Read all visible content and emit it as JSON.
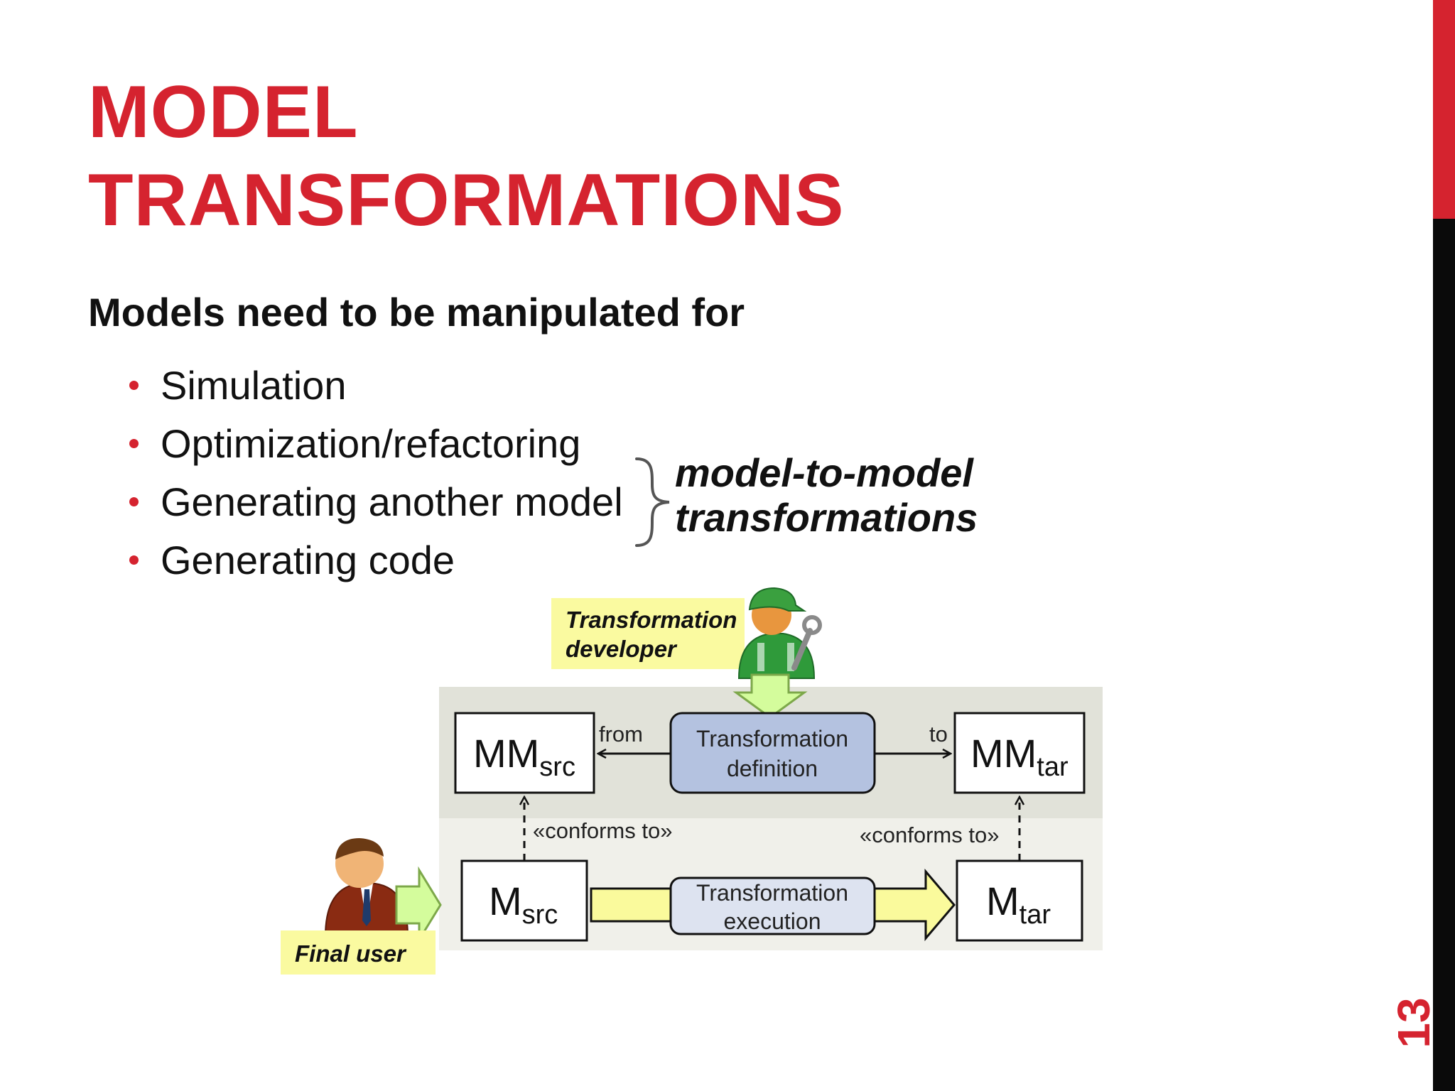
{
  "slide": {
    "title_line1": "MODEL",
    "title_line2": "TRANSFORMATIONS",
    "subheading": "Models need to be manipulated for",
    "bullets": [
      {
        "label": "Simulation"
      },
      {
        "label": "Optimization/refactoring"
      },
      {
        "label": "Generating another model"
      },
      {
        "label": "Generating code"
      }
    ],
    "brace_note_line1": "model-to-model",
    "brace_note_line2": "transformations",
    "page_number": "13",
    "colors": {
      "accent": "#d5232f",
      "sidebar_dark": "#0a0a0a"
    }
  },
  "diagram": {
    "developer_label_line1": "Transformation",
    "developer_label_line2": "developer",
    "final_user_label": "Final user",
    "mm_src_main": "MM",
    "mm_src_sub": "src",
    "mm_tar_main": "MM",
    "mm_tar_sub": "tar",
    "m_src_main": "M",
    "m_src_sub": "src",
    "m_tar_main": "M",
    "m_tar_sub": "tar",
    "def_line1": "Transformation",
    "def_line2": "definition",
    "exec_line1": "Transformation",
    "exec_line2": "execution",
    "from_label": "from",
    "to_label": "to",
    "conforms_left": "«conforms to»",
    "conforms_right": "«conforms to»",
    "colors": {
      "meta_band": "#e1e2d9",
      "model_band": "#f0f0ea",
      "label_yellow": "#fafaa0",
      "def_box": "#b4c2e0",
      "exec_box": "#dde3f0",
      "flow_yellow": "#fafa9c",
      "input_green": "#d4fc9c"
    },
    "icons": [
      "developer-person-icon",
      "final-user-person-icon",
      "wrench-icon"
    ]
  }
}
